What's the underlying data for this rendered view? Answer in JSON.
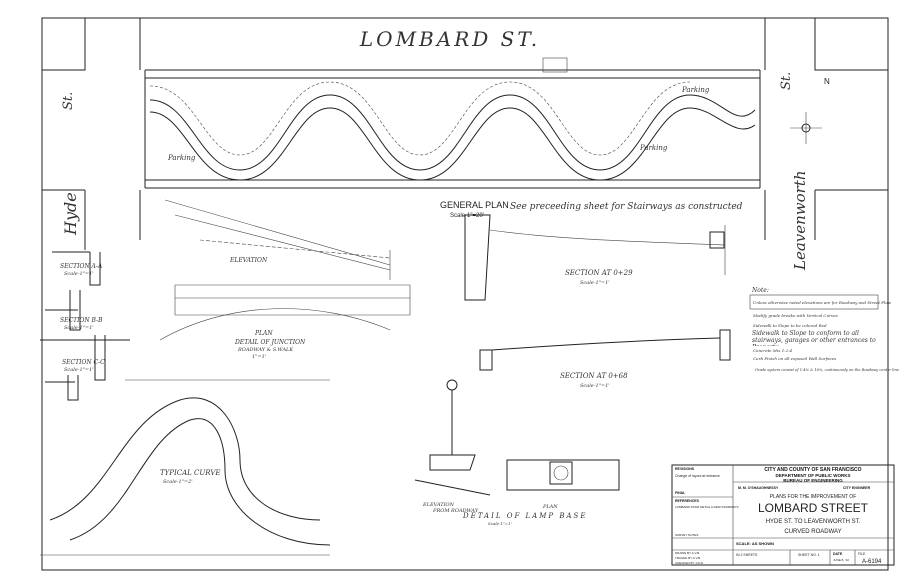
{
  "streets": {
    "top": "LOMBARD ST.",
    "left": "Hyde",
    "left_suffix": "St.",
    "right": "Leavenworth",
    "right_suffix": "St."
  },
  "plan": {
    "title": "GENERAL PLAN",
    "scale": "Scale-1\"=20'",
    "note": "See preceeding sheet for Stairways as constructed",
    "parking_labels": [
      "Parking",
      "Parking",
      "Parking"
    ],
    "north": "N"
  },
  "details": {
    "elevation": "ELEVATION",
    "plan_junction": "PLAN",
    "junction_title": "DETAIL OF JUNCTION",
    "junction_sub": "ROADWAY & S.WALK",
    "junction_scale": "1\"=1'",
    "section_aa": "SECTION A-A",
    "section_bb": "SECTION B-B",
    "section_cc": "SECTION C-C",
    "section_scale": "Scale-1\"=1'",
    "section_029": "SECTION AT 0+29",
    "section_068": "SECTION AT 0+68",
    "section_scale2": "Scale-1\"=1'",
    "typical_curve": "TYPICAL CURVE",
    "typical_scale": "Scale-1\"=2'",
    "lamp_elev": "ELEVATION",
    "lamp_elev_sub": "FROM ROADWAY",
    "lamp_plan": "PLAN",
    "lamp_title": "DETAIL OF LAMP BASE",
    "lamp_scale": "Scale-1\"=1'",
    "notes_title": "Note:",
    "notes": [
      "Unless otherwise noted elevations are for Roadway and Street Flow",
      "Modify grade breaks with Vertical Curves",
      "Sidewalk to Slope to be colored Red",
      "Sidewalk to Slope to conform to all stairways, garages or other entrances to Property",
      "Concrete Mix 1:2:4",
      "Curb Finish on all exposed Wall Surfaces",
      "Grade system consist of 1:4% & 16%, continuously on the Roadway center line"
    ]
  },
  "title_block": {
    "revisions_label": "REVISIONS",
    "revisions_text": "Change of layout at entrance",
    "final_label": "FINAL",
    "references_label": "REFERENCES",
    "references_text": "LOMBARD STAIR DETAIL A-6390 STAIRWAYS",
    "survey": "SURVEY NOTES",
    "drawn_by": "DRAWN BY  A.V.B.",
    "traced_by": "TRACED BY  A.V.B.",
    "checked_by": "CHECKED BY  J.D.R.",
    "agency1": "CITY AND COUNTY OF SAN FRANCISCO",
    "agency2": "DEPARTMENT OF PUBLIC WORKS",
    "agency3": "BUREAU OF ENGINEERING",
    "engineer": "M. M. O'SHAUGHNESSY",
    "engineer_title": "CITY ENGINEER",
    "plans_for": "PLANS FOR THE IMPROVEMENT OF",
    "project": "LOMBARD STREET",
    "limits": "HYDE ST. TO LEAVENWORTH ST.",
    "subject": "CURVED ROADWAY",
    "scale": "SCALE: AS SHOWN",
    "sheets": "IN 2 SHEETS",
    "sheet_no": "SHEET NO. 1",
    "date_label": "DATE",
    "date": "JUNE 8, '22",
    "file_label": "FILE",
    "file_no": "A-6194"
  }
}
